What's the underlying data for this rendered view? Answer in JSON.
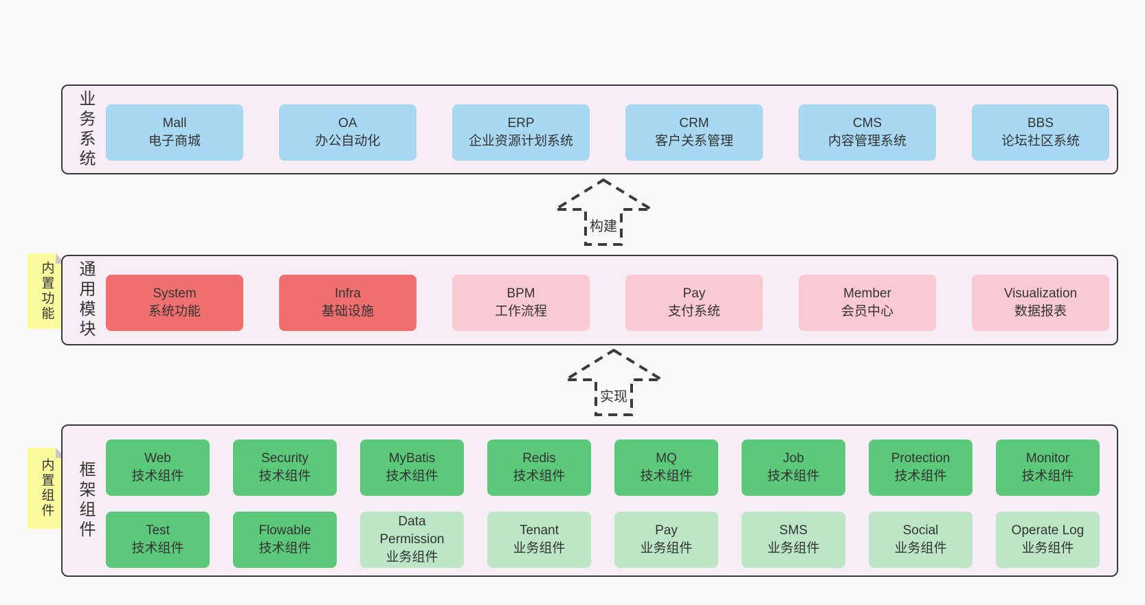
{
  "palette": {
    "page_bg": "#F8F8F8",
    "panel_bg": "#F7EDF5",
    "line": "#3A3A3A",
    "text": "#333333",
    "note_bg": "#FBFB9E",
    "fold": "#C9C9C9",
    "blue": "#A8D8F2",
    "red": "#F0706F",
    "pink": "#F9CAD3",
    "green": "#5CC87A",
    "green_light": "#BCE6C6"
  },
  "arrows": [
    {
      "label": "构建"
    },
    {
      "label": "实现"
    }
  ],
  "sections": {
    "business": {
      "label": "业务系统",
      "boxes": [
        {
          "title": "Mall",
          "subtitle": "电子商城",
          "variant": "blue"
        },
        {
          "title": "OA",
          "subtitle": "办公自动化",
          "variant": "blue"
        },
        {
          "title": "ERP",
          "subtitle": "企业资源计划系统",
          "variant": "blue"
        },
        {
          "title": "CRM",
          "subtitle": "客户关系管理",
          "variant": "blue"
        },
        {
          "title": "CMS",
          "subtitle": "内容管理系统",
          "variant": "blue"
        },
        {
          "title": "BBS",
          "subtitle": "论坛社区系统",
          "variant": "blue"
        }
      ]
    },
    "modules": {
      "label": "通用模块",
      "note": "内置功能",
      "boxes": [
        {
          "title": "System",
          "subtitle": "系统功能",
          "variant": "red"
        },
        {
          "title": "Infra",
          "subtitle": "基础设施",
          "variant": "red"
        },
        {
          "title": "BPM",
          "subtitle": "工作流程",
          "variant": "pink"
        },
        {
          "title": "Pay",
          "subtitle": "支付系统",
          "variant": "pink"
        },
        {
          "title": "Member",
          "subtitle": "会员中心",
          "variant": "pink"
        },
        {
          "title": "Visualization",
          "subtitle": "数据报表",
          "variant": "pink"
        }
      ]
    },
    "components": {
      "label": "框架组件",
      "note": "内置组件",
      "rows": [
        [
          {
            "title": "Web",
            "subtitle": "技术组件",
            "variant": "green"
          },
          {
            "title": "Security",
            "subtitle": "技术组件",
            "variant": "green"
          },
          {
            "title": "MyBatis",
            "subtitle": "技术组件",
            "variant": "green"
          },
          {
            "title": "Redis",
            "subtitle": "技术组件",
            "variant": "green"
          },
          {
            "title": "MQ",
            "subtitle": "技术组件",
            "variant": "green"
          },
          {
            "title": "Job",
            "subtitle": "技术组件",
            "variant": "green"
          },
          {
            "title": "Protection",
            "subtitle": "技术组件",
            "variant": "green"
          },
          {
            "title": "Monitor",
            "subtitle": "技术组件",
            "variant": "green"
          }
        ],
        [
          {
            "title": "Test",
            "subtitle": "技术组件",
            "variant": "green"
          },
          {
            "title": "Flowable",
            "subtitle": "技术组件",
            "variant": "green"
          },
          {
            "title": "Data Permission",
            "subtitle": "业务组件",
            "variant": "green_light"
          },
          {
            "title": "Tenant",
            "subtitle": "业务组件",
            "variant": "green_light"
          },
          {
            "title": "Pay",
            "subtitle": "业务组件",
            "variant": "green_light"
          },
          {
            "title": "SMS",
            "subtitle": "业务组件",
            "variant": "green_light"
          },
          {
            "title": "Social",
            "subtitle": "业务组件",
            "variant": "green_light"
          },
          {
            "title": "Operate Log",
            "subtitle": "业务组件",
            "variant": "green_light"
          }
        ]
      ]
    }
  }
}
